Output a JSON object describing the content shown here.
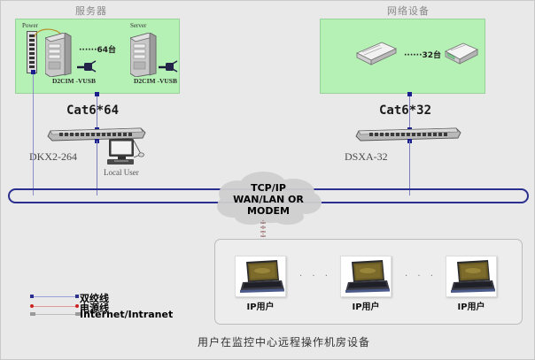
{
  "page": {
    "background": "#e9e9e9",
    "caption": "用户在监控中心远程操作机房设备"
  },
  "groups": {
    "servers": {
      "title": "服务器",
      "zone_color": "#b5f0b5",
      "power_label": "Power",
      "server_label": "Server",
      "count_text": "······64台",
      "dongle_left_label": "D2CIM -VUSB",
      "dongle_right_label": "D2CIM -VUSB"
    },
    "network_devices": {
      "title": "网络设备",
      "zone_color": "#b5f0b5",
      "count_text": "······32台"
    }
  },
  "links": {
    "left_cable": "Cat6*64",
    "right_cable": "Cat6*32"
  },
  "switches": {
    "left": {
      "model": "DKX2-264"
    },
    "right": {
      "model": "DSXA-32"
    }
  },
  "local_user": {
    "label": "Local User"
  },
  "cloud": {
    "line1": "TCP/IP",
    "line2": "WAN/LAN OR",
    "line3": "MODEM"
  },
  "clients": {
    "items": [
      {
        "label": "IP用户"
      },
      {
        "label": "IP用户"
      },
      {
        "label": "IP用户"
      }
    ],
    "separator": "· · ·"
  },
  "legend": {
    "items": [
      {
        "label": "双绞线",
        "color": "#2b2f8f"
      },
      {
        "label": "电源线",
        "color": "#cc2222"
      },
      {
        "label": "Internet/Intranet",
        "color": "#9a9a9a"
      }
    ]
  }
}
